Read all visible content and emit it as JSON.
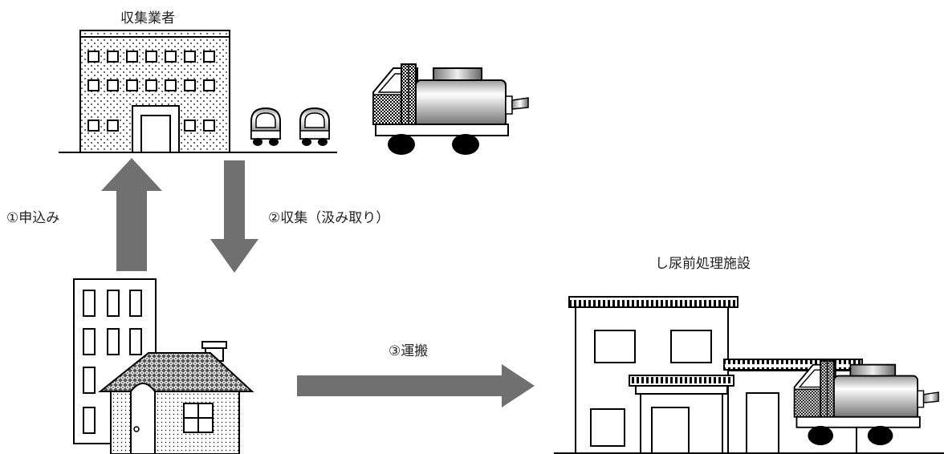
{
  "labels": {
    "collector": "収集業者",
    "step1": "①申込み",
    "step2": "②収集（汲み取り）",
    "step3": "③運搬",
    "facility": "し尿前処理施設"
  },
  "colors": {
    "arrow": "#707070",
    "ink": "#000000",
    "bg": "#ffffff"
  }
}
